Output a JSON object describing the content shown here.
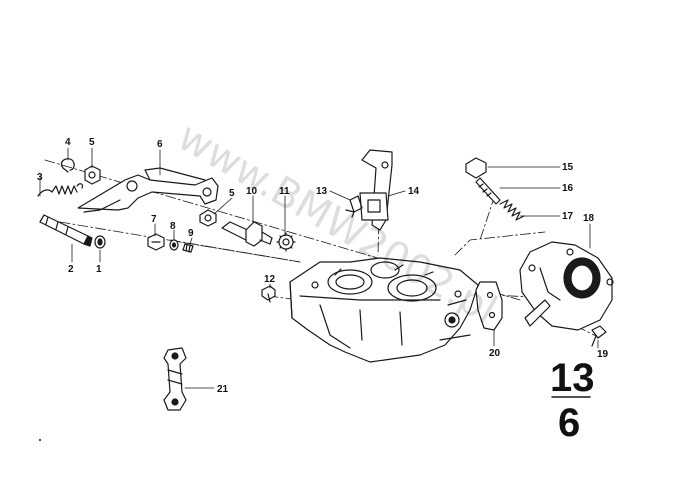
{
  "watermark": "www.BMW2002.pl",
  "section": {
    "group": "13",
    "subgroup": "6"
  },
  "callouts": [
    {
      "n": "1"
    },
    {
      "n": "2"
    },
    {
      "n": "3"
    },
    {
      "n": "4"
    },
    {
      "n": "5"
    },
    {
      "n": "6"
    },
    {
      "n": "5"
    },
    {
      "n": "7"
    },
    {
      "n": "8"
    },
    {
      "n": "9"
    },
    {
      "n": "10"
    },
    {
      "n": "11"
    },
    {
      "n": "12"
    },
    {
      "n": "13"
    },
    {
      "n": "14"
    },
    {
      "n": "15"
    },
    {
      "n": "16"
    },
    {
      "n": "17"
    },
    {
      "n": "18"
    },
    {
      "n": "19"
    },
    {
      "n": "20"
    },
    {
      "n": "21"
    }
  ],
  "colors": {
    "ink": "#1a1a1a",
    "paper": "#ffffff"
  }
}
